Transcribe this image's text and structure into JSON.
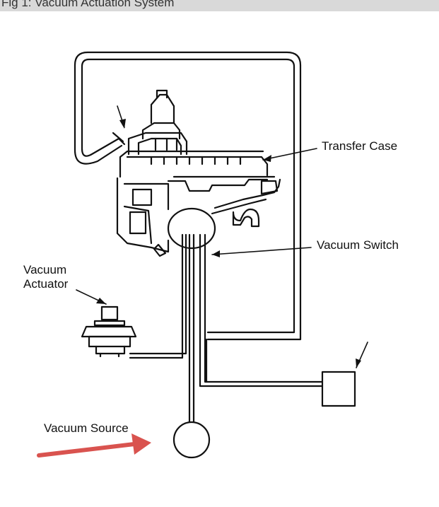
{
  "caption": "Fig 1: Vacuum Actuation System",
  "labels": {
    "transfer_case": "Transfer Case",
    "vacuum_switch": "Vacuum Switch",
    "vacuum_actuator_line1": "Vacuum",
    "vacuum_actuator_line2": "Actuator",
    "vacuum_source": "Vacuum Source"
  },
  "colors": {
    "line": "#111111",
    "highlight_arrow": "#d9534f",
    "caption_bar": "#d9d9d9"
  }
}
